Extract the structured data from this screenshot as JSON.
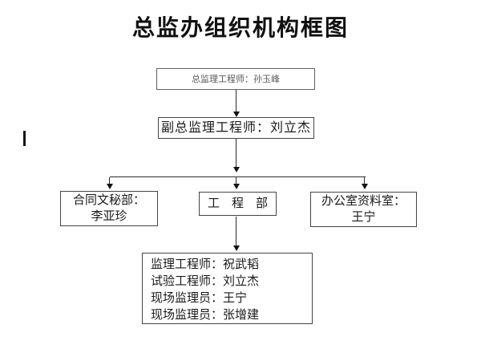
{
  "title": "总监办组织机构框图",
  "colors": {
    "background": "#ffffff",
    "title_text": "#101010",
    "box_border": "#454545",
    "box_text": "#1a1a1a",
    "chief_box_text": "#5a5a5a",
    "connector_line": "#2b2b2b",
    "arrowhead": "#141414"
  },
  "org_chart": {
    "nodes": [
      {
        "id": "chief-supervising-engineer",
        "lines": [
          "总监理工程师：孙玉峰"
        ]
      },
      {
        "id": "deputy-chief-supervising-engineer",
        "lines": [
          "副总监理工程师：刘立杰"
        ]
      },
      {
        "id": "contract-secretary-department",
        "lines": [
          "合同文秘部：",
          "李亚珍"
        ]
      },
      {
        "id": "engineering-department",
        "lines": [
          "工　程　部"
        ]
      },
      {
        "id": "office-archives-room",
        "lines": [
          "办公室资料室：",
          "王宁"
        ]
      },
      {
        "id": "engineering-staff",
        "lines": [
          "监理工程师：祝武韬",
          "试验工程师：刘立杰",
          "现场监理员：王宁",
          "现场监理员：张增建"
        ]
      }
    ]
  }
}
